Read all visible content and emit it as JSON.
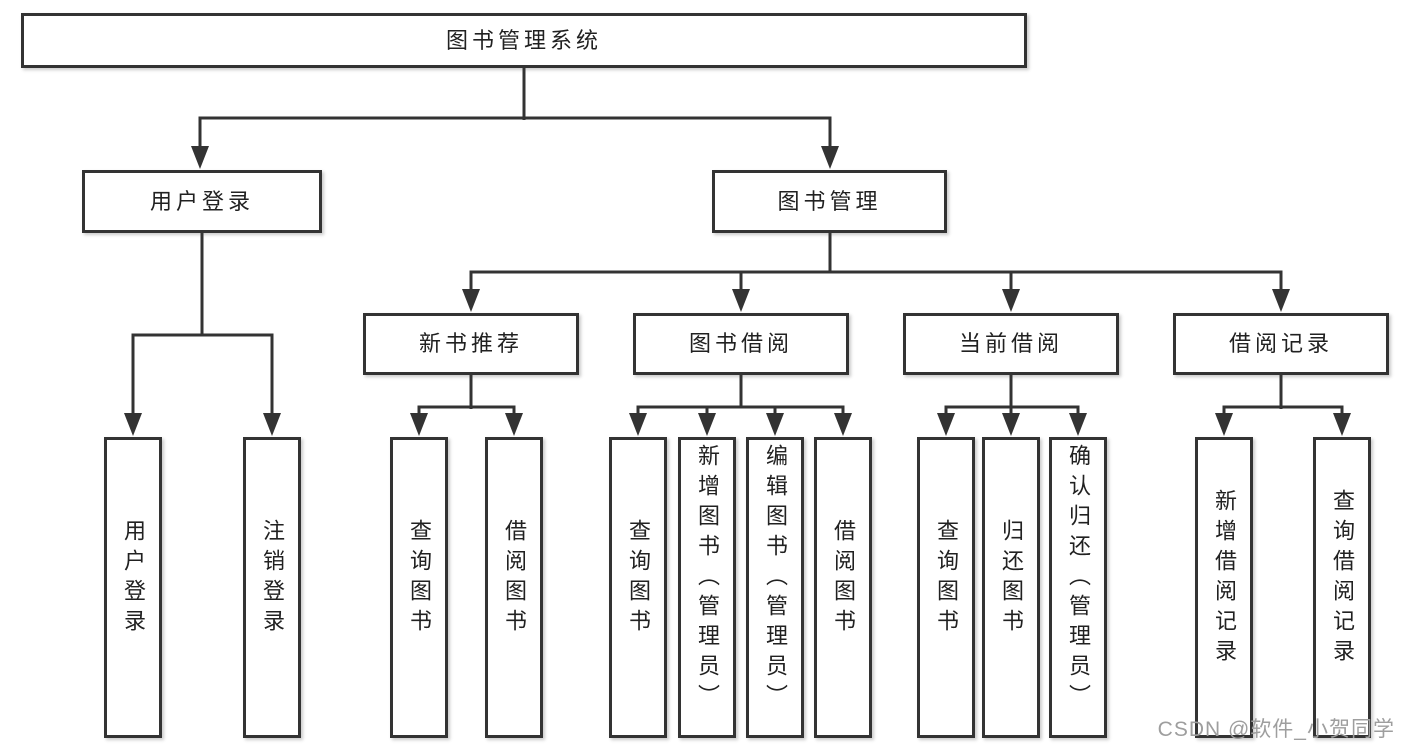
{
  "diagram": {
    "title": "图书管理系统",
    "root": {
      "label": "图书管理系统"
    },
    "branches": [
      {
        "label": "用户登录",
        "children": [
          {
            "label": "用户登录"
          },
          {
            "label": "注销登录"
          }
        ]
      },
      {
        "label": "图书管理",
        "children": [
          {
            "label": "新书推荐",
            "children": [
              {
                "label": "查询图书"
              },
              {
                "label": "借阅图书"
              }
            ]
          },
          {
            "label": "图书借阅",
            "children": [
              {
                "label": "查询图书"
              },
              {
                "label": "新增图书（管理员）"
              },
              {
                "label": "编辑图书（管理员）"
              },
              {
                "label": "借阅图书"
              }
            ]
          },
          {
            "label": "当前借阅",
            "children": [
              {
                "label": "查询图书"
              },
              {
                "label": "归还图书"
              },
              {
                "label": "确认归还（管理员）"
              }
            ]
          },
          {
            "label": "借阅记录",
            "children": [
              {
                "label": "新增借阅记录"
              },
              {
                "label": "查询借阅记录"
              }
            ]
          }
        ]
      }
    ]
  },
  "watermark": {
    "text": "CSDN @软件_小贺同学"
  },
  "colors": {
    "line": "#333333",
    "box_border": "#333333",
    "box_background": "#ffffff",
    "text": "#212121",
    "watermark": "#9e9e9e",
    "background": "#ffffff"
  }
}
